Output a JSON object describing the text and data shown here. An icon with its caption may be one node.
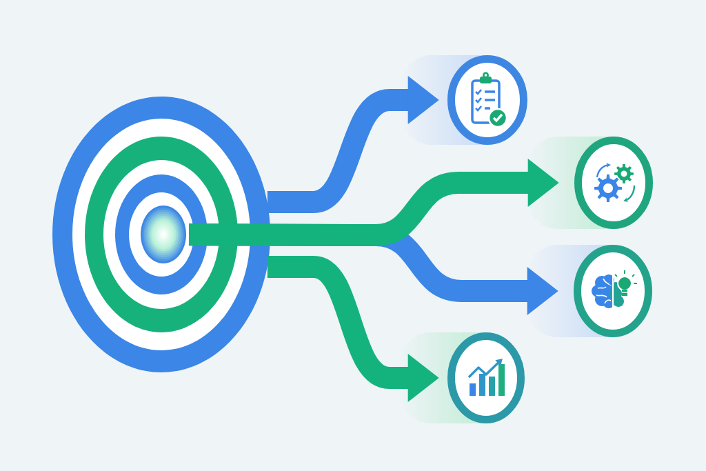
{
  "diagram": {
    "nodes": [
      {
        "text": [],
        "shape": "target"
      },
      {
        "text": [],
        "shape": "circle"
      },
      {
        "text": [],
        "shape": "circle"
      },
      {
        "text": [],
        "shape": "circle"
      },
      {
        "text": [],
        "shape": "circle"
      }
    ],
    "edges": [
      {
        "from": 0,
        "to": 1,
        "arrow": "to",
        "color": "#3b86e6"
      },
      {
        "from": 0,
        "to": 2,
        "arrow": "to",
        "color": "#14b37d"
      },
      {
        "from": 0,
        "to": 3,
        "arrow": "to",
        "color": "#3b86e6"
      },
      {
        "from": 0,
        "to": 4,
        "arrow": "to",
        "color": "#14b37d"
      }
    ]
  }
}
